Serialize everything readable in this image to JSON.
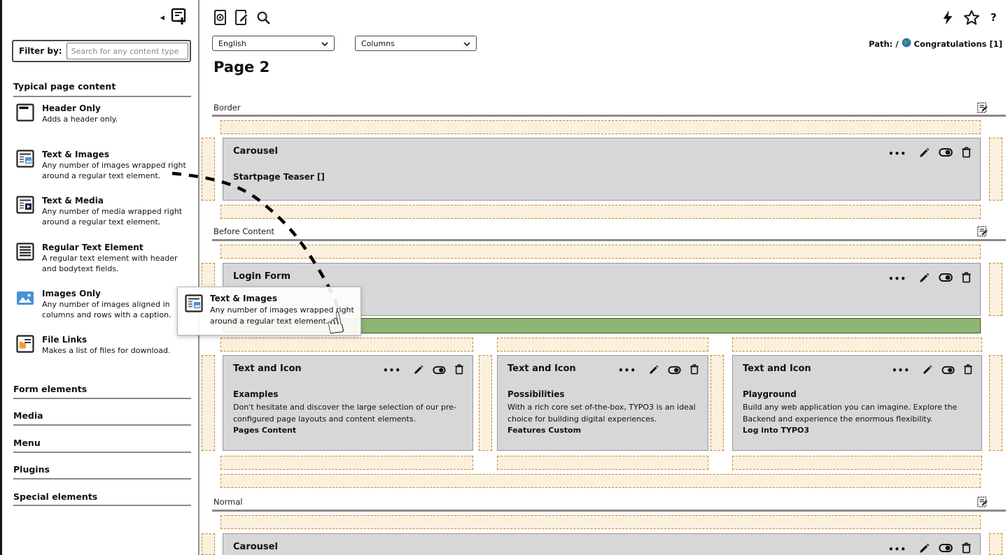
{
  "colors": {
    "dropzone_bg": "#fbf0de",
    "dropzone_border": "#c08a2e",
    "card_bg": "#d7d7d7",
    "active_drop_green": "#8fb573",
    "divider_gray": "#8a8a8a"
  },
  "icons": {
    "collapse": "◂",
    "dots": "•••",
    "help": "?",
    "cursor": "☝"
  },
  "sidebar": {
    "filter_label": "Filter by:",
    "search_placeholder": "Search for any content type",
    "group_typical": "Typical page content",
    "items": [
      {
        "title": "Header Only",
        "desc": "Adds a header only."
      },
      {
        "title": "Text & Images",
        "desc": "Any number of images wrapped right around a regular text element."
      },
      {
        "title": "Text & Media",
        "desc": "Any number of media wrapped right around a regular text element."
      },
      {
        "title": "Regular Text Element",
        "desc": "A regular text element with header and bodytext fields."
      },
      {
        "title": "Images Only",
        "desc": "Any number of images aligned in columns and rows with a caption."
      },
      {
        "title": "File Links",
        "desc": "Makes a list of files for download."
      }
    ],
    "groups_collapsed": [
      "Form elements",
      "Media",
      "Menu",
      "Plugins",
      "Special elements"
    ]
  },
  "controls": {
    "language": "English",
    "layout_mode": "Columns"
  },
  "page": {
    "title": "Page 2",
    "path_prefix": "Path: /",
    "path_page": "Congratulations [1]"
  },
  "drag_ghost": {
    "title": "Text & Images",
    "desc": "Any number of images wrapped right around a regular text element."
  },
  "sections": {
    "border": "Border",
    "before_content": "Before Content",
    "normal": "Normal"
  },
  "cards": {
    "carousel_border": {
      "title": "Carousel",
      "subtitle": "Startpage Teaser []"
    },
    "login": {
      "title": "Login Form"
    },
    "col1": {
      "title": "Text and Icon",
      "heading": "Examples",
      "body": "Don't hesitate and discover the large selection of our pre-configured page layouts and content elements.",
      "footer": "Pages Content"
    },
    "col2": {
      "title": "Text and Icon",
      "heading": "Possibilities",
      "body": "With a rich core set of-the-box, TYPO3 is an ideal choice for building digital experiences.",
      "footer": "Features Custom"
    },
    "col3": {
      "title": "Text and Icon",
      "heading": "Playground",
      "body": "Build any web application you can imagine. Explore the Backend and experience the enormous flexibility.",
      "footer": "Log into TYPO3"
    },
    "carousel_normal": {
      "title": "Carousel"
    }
  }
}
